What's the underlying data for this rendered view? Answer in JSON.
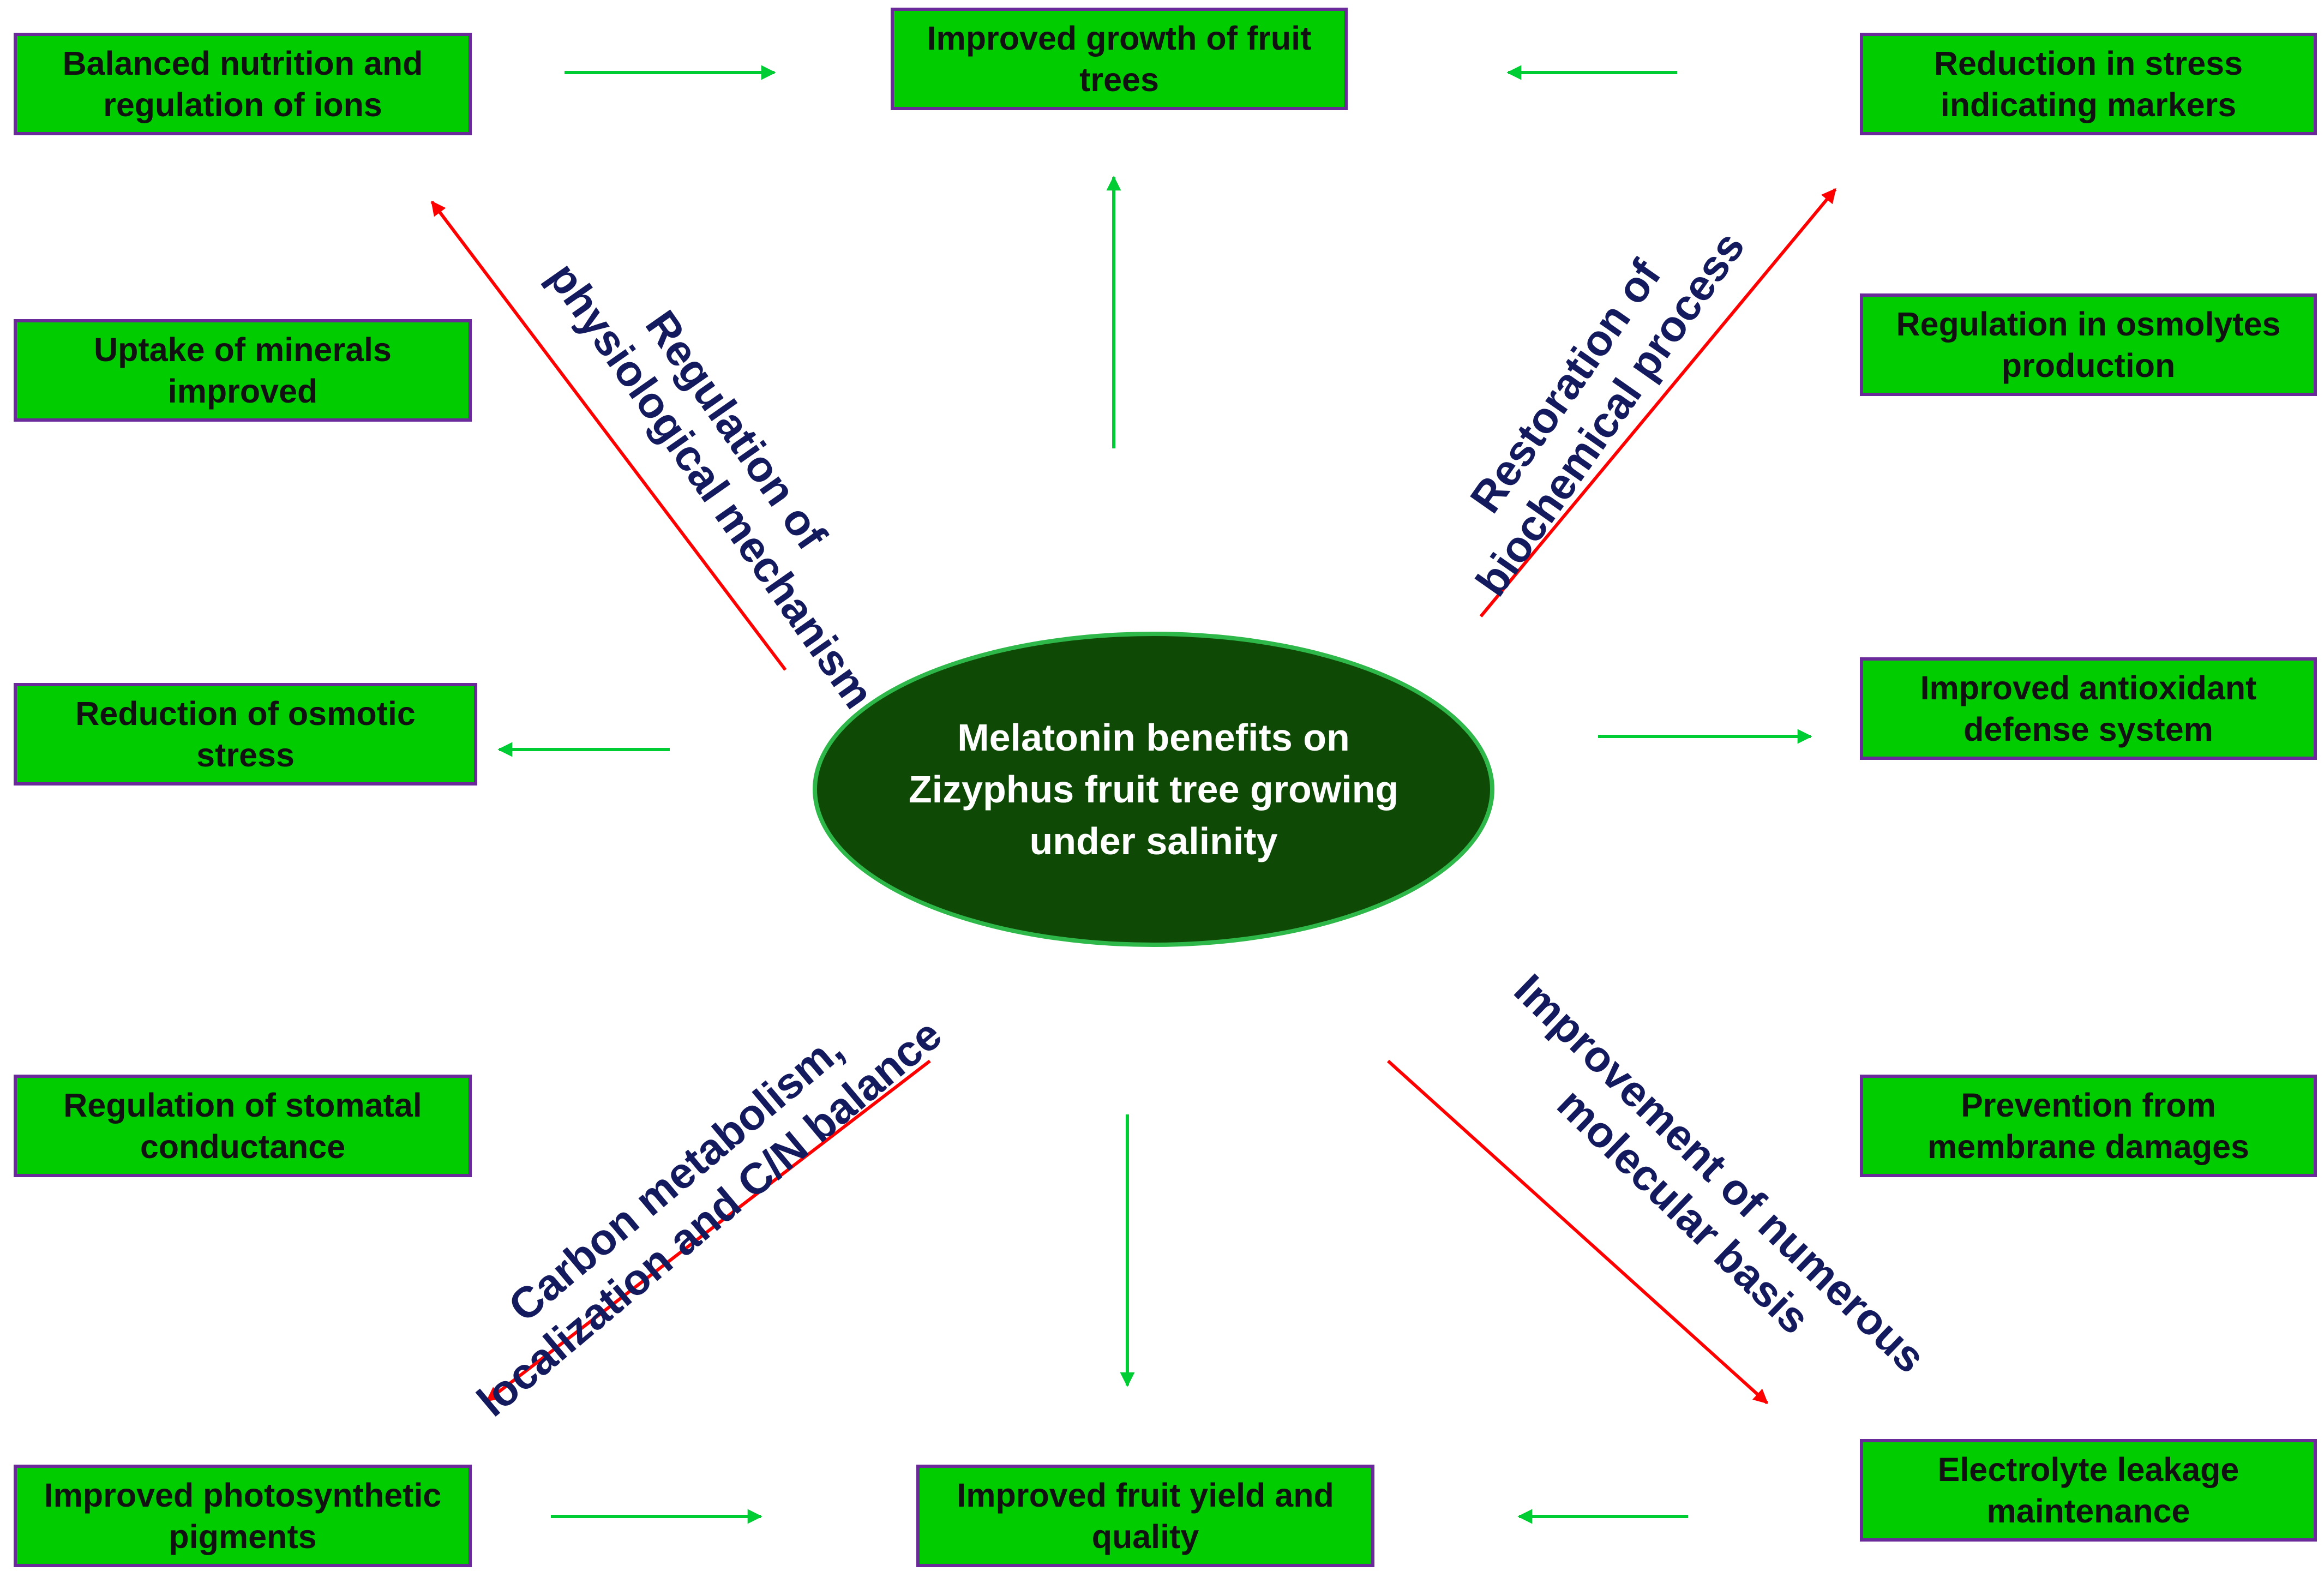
{
  "diagram": {
    "center": {
      "text": "Melatonin benefits on Zizyphus fruit tree growing under salinity"
    },
    "routes": {
      "physiological": {
        "line1": "Regulation of",
        "line2": "physiological mechanism"
      },
      "biochemical": {
        "line1": "Restoration of",
        "line2": "biochemical process"
      },
      "carbon": {
        "line1": "Carbon metabolism,",
        "line2": "localization and C/N balance"
      },
      "molecular": {
        "line1": "Improvement of numerous",
        "line2": "molecular basis"
      }
    },
    "boxes": {
      "balanced_nutrition": "Balanced nutrition and regulation of ions",
      "improved_growth": "Improved growth of fruit trees",
      "reduction_markers": "Reduction in stress indicating markers",
      "uptake_minerals": "Uptake of minerals improved",
      "osmolytes": "Regulation in osmolytes production",
      "osmotic_stress": "Reduction of osmotic stress",
      "antioxidant": "Improved antioxidant defense system",
      "stomatal": "Regulation of stomatal conductance",
      "membrane": "Prevention from membrane damages",
      "photosynthetic": "Improved photosynthetic pigments",
      "fruit_yield": "Improved fruit  yield and quality",
      "electrolyte": "Electrolyte leakage maintenance"
    },
    "colors": {
      "box_fill": "#00cc00",
      "box_border": "#6a2a9a",
      "center_fill": "#0e4a06",
      "center_border": "#2fb84a",
      "route_text": "#141a5e",
      "green_arrow": "#00cc33",
      "red_arrow": "#ff0000"
    }
  }
}
